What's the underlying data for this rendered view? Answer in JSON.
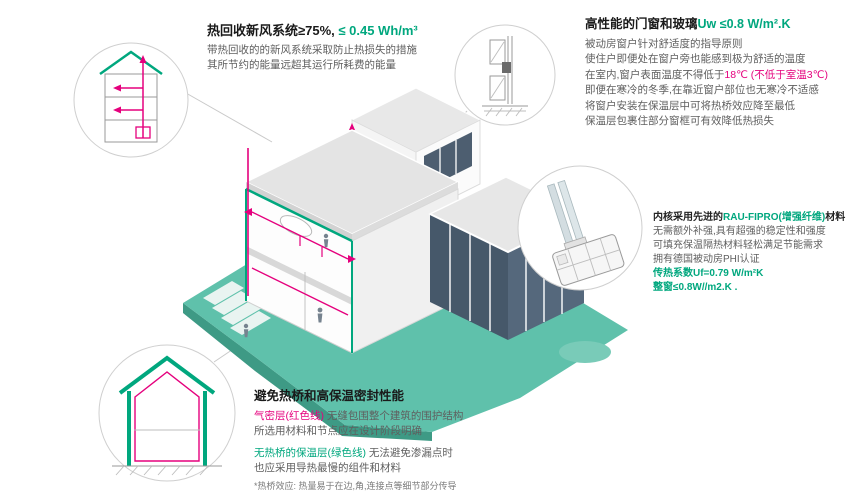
{
  "colors": {
    "teal": "#00A77E",
    "magenta": "#E5007D",
    "ground": "#5FC1AB",
    "ground_dark": "#3E9A85",
    "heading": "#1A1A1A",
    "body_text": "#5F5F5F"
  },
  "hrv": {
    "title_black": "热回收新风系统≥75%,",
    "title_green": " ≤ 0.45 Wh/m³",
    "line1": "带热回收的的新风系统采取防止热损失的措施",
    "line2": "其所节约的能量远超其运行所耗费的能量"
  },
  "windows": {
    "title_black": "高性能的门窗和玻璃",
    "title_green": "Uw ≤0.8 W/m².K",
    "line1": "被动房窗户针对舒适度的指导原则",
    "line2": "使住户即便处在窗户旁也能感到极为舒适的温度",
    "line3_a": "在室内,窗户表面温度不得低于",
    "line3_b": "18℃ (不低于室温3℃)",
    "line4": "即便在寒冷的冬季,在靠近窗户部位也无寒冷不适感",
    "line5": "将窗户安装在保温层中可将热桥效应降至最低",
    "line6": "保温层包裹住部分窗框可有效降低热损失"
  },
  "material": {
    "line1_a": "内核采用先进的",
    "line1_b": "RAU-FIPRO(增强纤维)",
    "line1_c": "材料",
    "line2": "无需额外补强,具有超强的稳定性和强度",
    "line3": "可填充保温隔热材料轻松满足节能需求",
    "line4": "拥有德国被动房PHI认证",
    "line5": "传热系数Uf=0.79 W/m²K",
    "line6": "整窗≤0.8W//m2.K ."
  },
  "thermal": {
    "title": "避免热桥和高保温密封性能",
    "line1_a": "气密层(红色线)",
    "line1_b": " 无缝包围整个建筑的围护结构",
    "line2": "所选用材料和节点应在设计阶段明确",
    "line3_a": "无热桥的保温层(绿色线)",
    "line3_b": " 无法避免渗漏点时",
    "line4": "也应采用导热最慢的组件和材料",
    "line5": "*热桥效应: 热量易于在边,角,连接点等细节部分传导"
  }
}
